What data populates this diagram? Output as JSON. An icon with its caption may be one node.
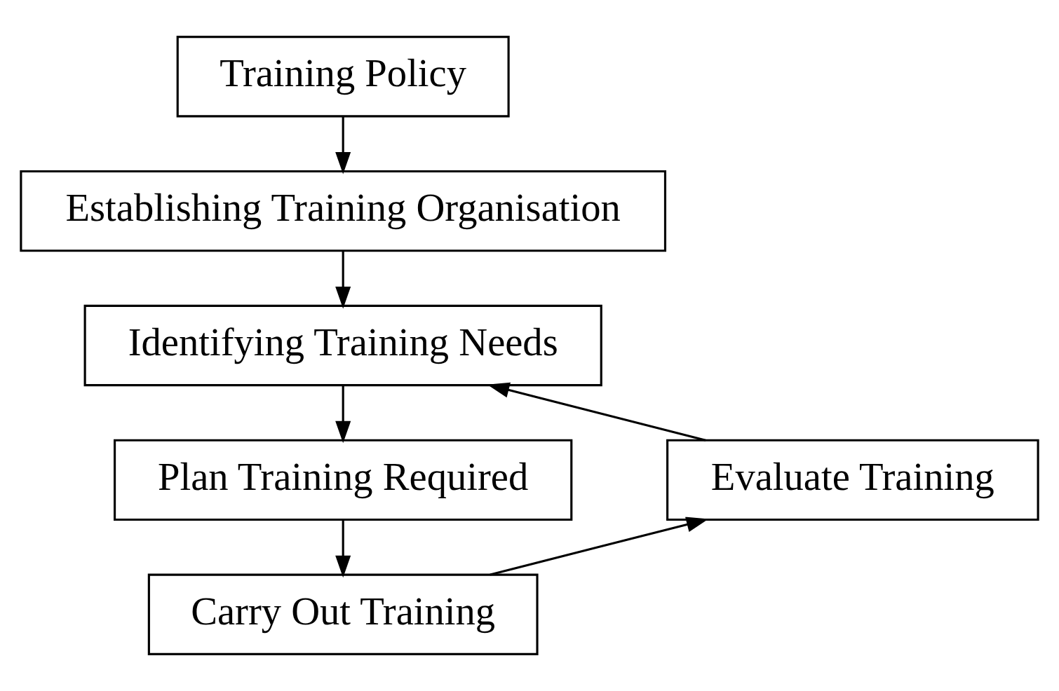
{
  "diagram": {
    "nodes": [
      {
        "text": [
          "Training Policy"
        ]
      },
      {
        "text": [
          "Establishing Training Organisation"
        ]
      },
      {
        "text": [
          "Identifying Training Needs"
        ]
      },
      {
        "text": [
          "Evaluate Training"
        ]
      },
      {
        "text": [
          "Plan Training Required"
        ]
      },
      {
        "text": [
          "Carry Out Training"
        ]
      }
    ],
    "edges": [
      {
        "from": 0,
        "to": 1,
        "arrow": "to"
      },
      {
        "from": 1,
        "to": 2,
        "arrow": "to"
      },
      {
        "from": 2,
        "to": 4,
        "arrow": "to"
      },
      {
        "from": 4,
        "to": 5,
        "arrow": "to"
      },
      {
        "from": 5,
        "to": 3,
        "arrow": "to"
      },
      {
        "from": 3,
        "to": 2,
        "arrow": "to"
      }
    ]
  }
}
